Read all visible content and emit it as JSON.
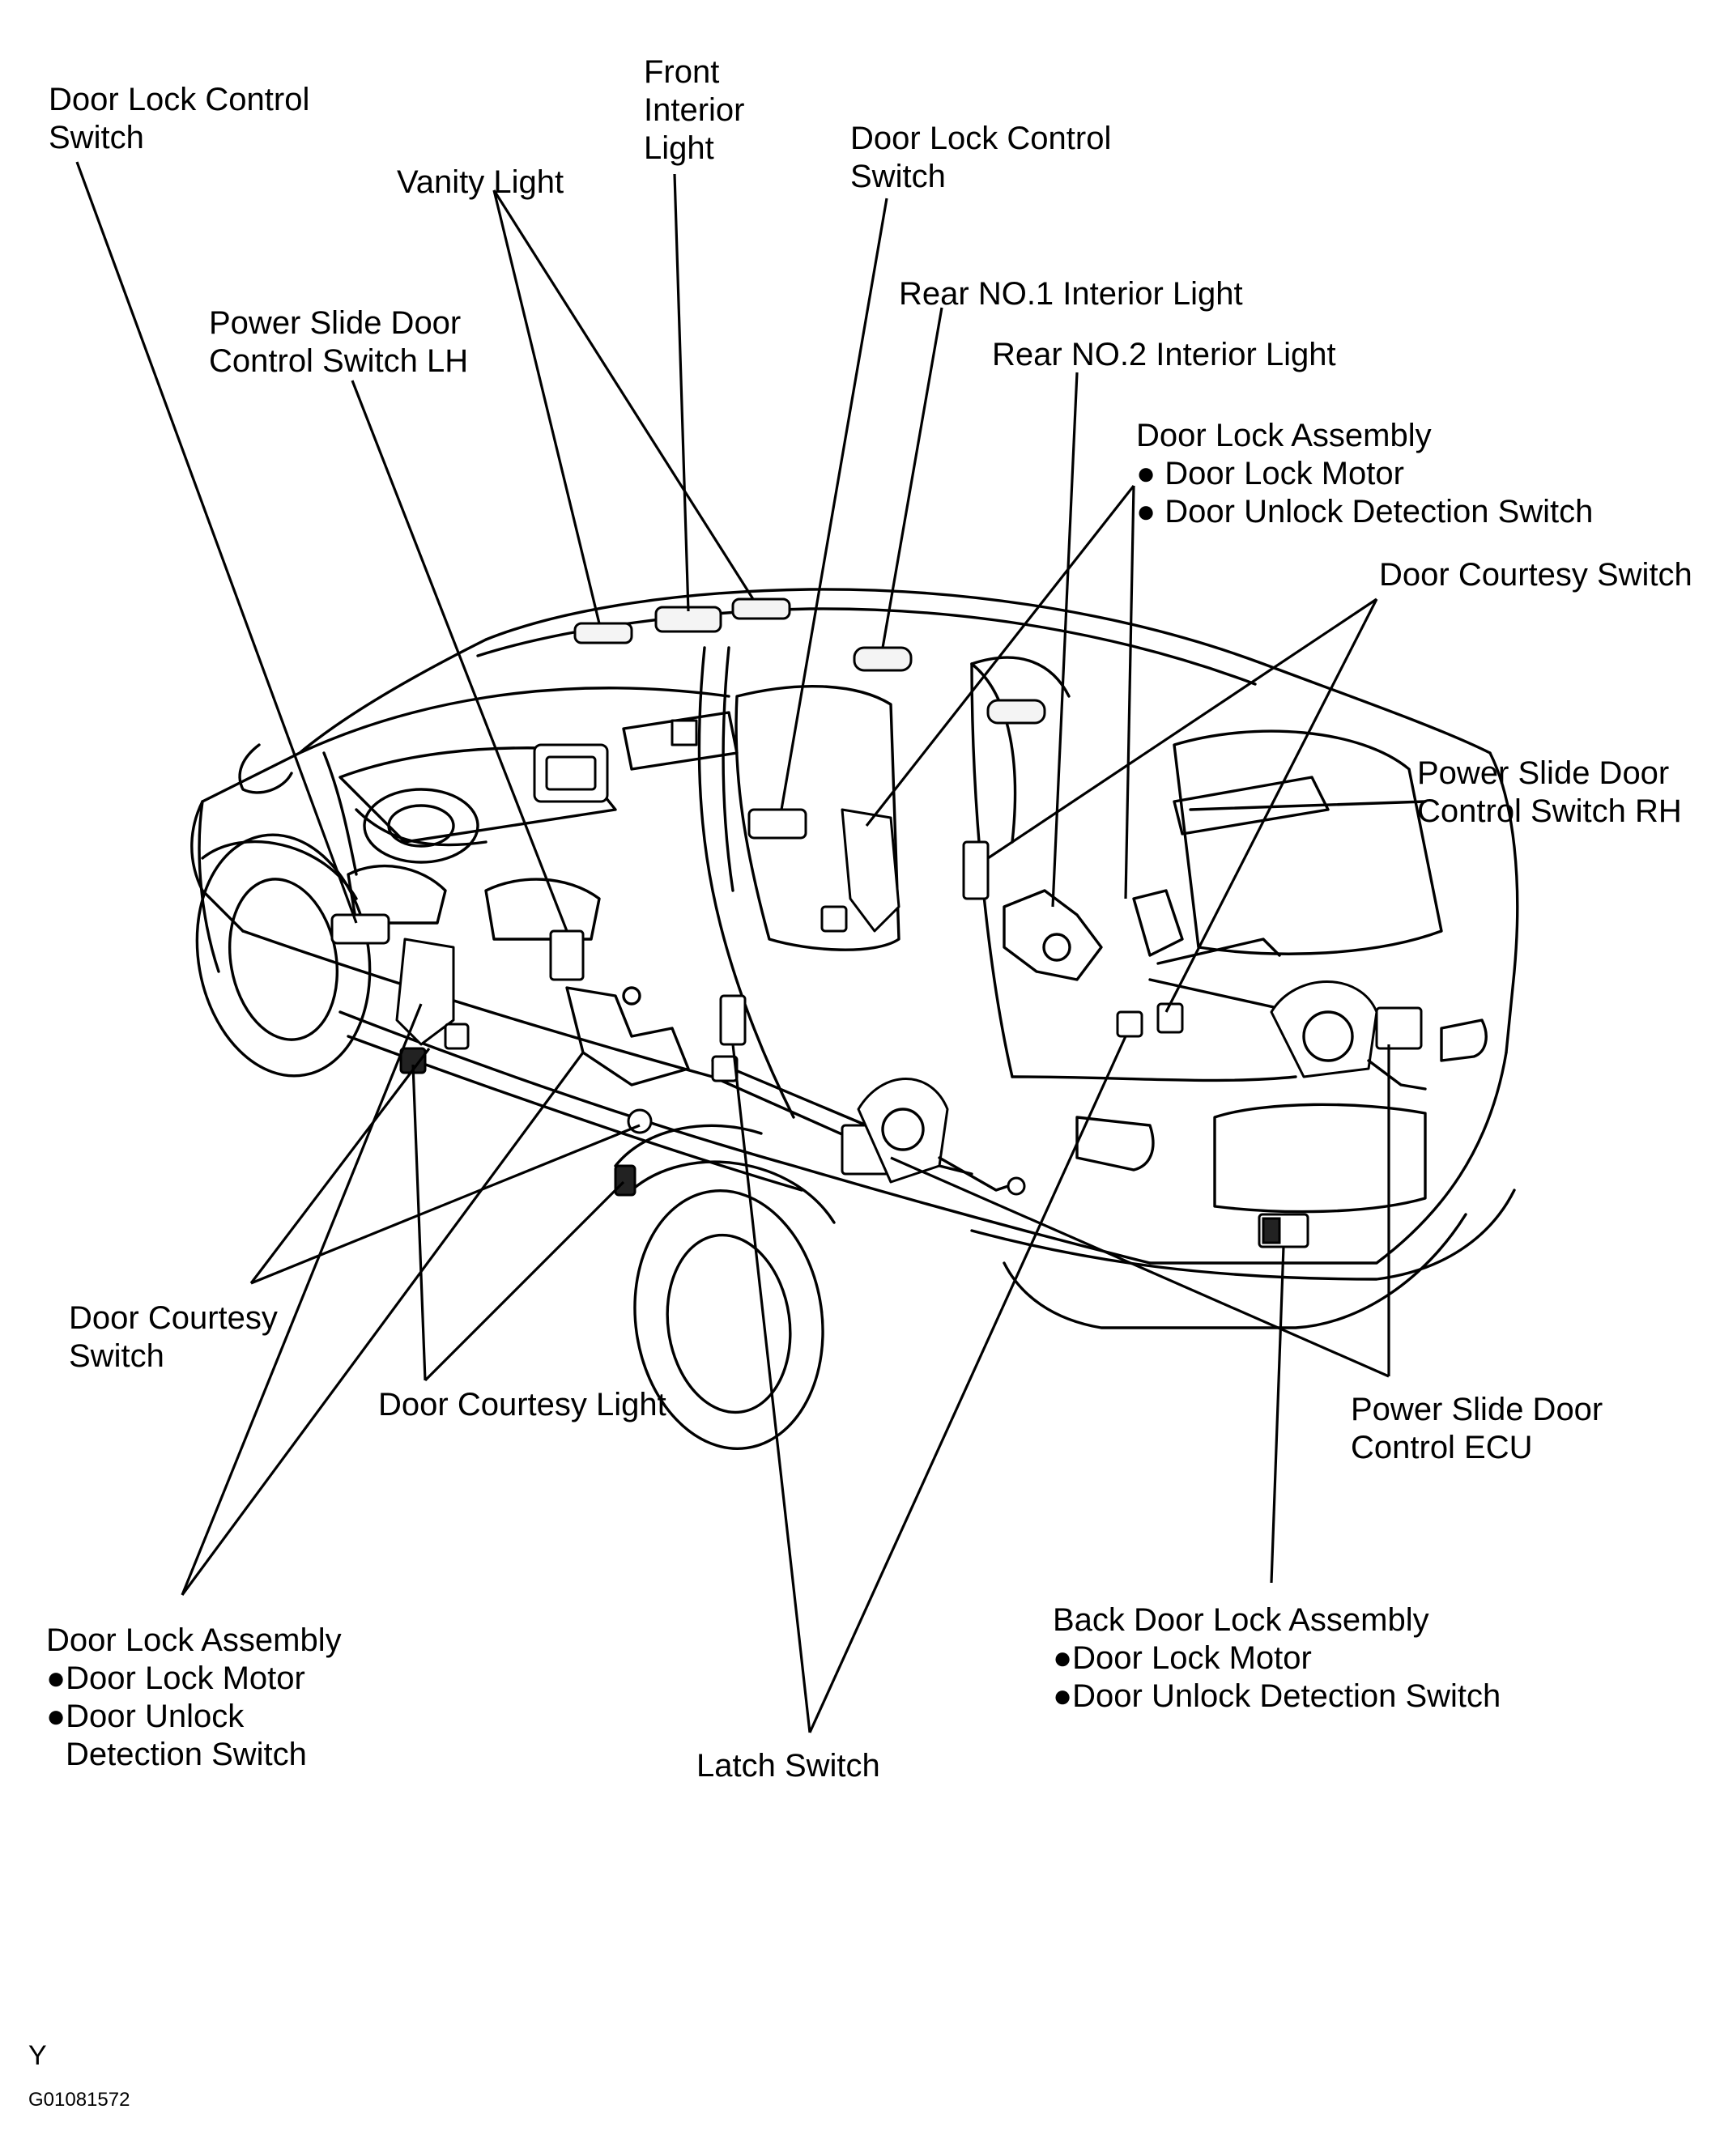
{
  "labels": {
    "door_lock_control_switch_left": [
      "Door Lock Control",
      "Switch"
    ],
    "front_interior_light": [
      "Front",
      "Interior",
      "Light"
    ],
    "vanity_light": [
      "Vanity Light"
    ],
    "door_lock_control_switch_right": [
      "Door Lock Control",
      "Switch"
    ],
    "power_slide_door_control_switch_lh": [
      "Power Slide Door",
      "Control Switch LH"
    ],
    "rear_no1_interior_light": [
      "Rear NO.1 Interior Light"
    ],
    "rear_no2_interior_light": [
      "Rear NO.2 Interior Light"
    ],
    "door_lock_assembly_right": [
      "Door Lock Assembly",
      "● Door Lock Motor",
      "● Door Unlock Detection Switch"
    ],
    "door_courtesy_switch_right": [
      "Door Courtesy Switch"
    ],
    "power_slide_door_control_switch_rh": [
      "Power Slide Door",
      "Control Switch RH"
    ],
    "door_courtesy_switch_left": [
      "Door Courtesy",
      "Switch"
    ],
    "door_courtesy_light": [
      "Door Courtesy Light"
    ],
    "power_slide_door_control_ecu": [
      "Power Slide Door",
      "Control ECU"
    ],
    "back_door_lock_assembly": [
      "Back Door Lock Assembly",
      "●Door Lock Motor",
      "●Door Unlock Detection Switch"
    ],
    "door_lock_assembly_left": [
      "Door Lock Assembly",
      "●Door Lock Motor",
      "●Door Unlock",
      "Detection Switch"
    ],
    "latch_switch": [
      "Latch Switch"
    ]
  },
  "footer": {
    "marker": "Y",
    "figure_code": "G01081572"
  }
}
